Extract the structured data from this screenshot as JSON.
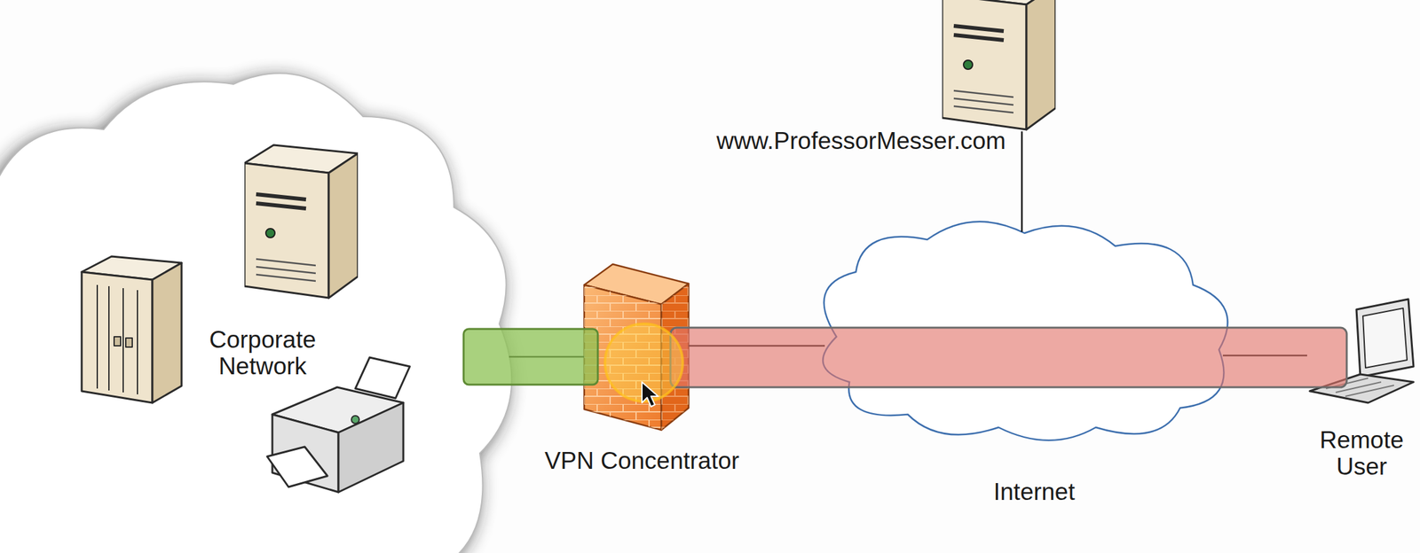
{
  "diagram": {
    "nodes": [
      {
        "text": [
          "Corporate Network"
        ]
      },
      {
        "text": [
          "VPN Concentrator"
        ]
      },
      {
        "text": [
          "www.ProfessorMesser.com"
        ]
      },
      {
        "text": [
          "Internet"
        ]
      },
      {
        "text": [
          "Remote User"
        ]
      }
    ],
    "edges": [
      {
        "from": 0,
        "to": 1,
        "arrow": "none"
      },
      {
        "from": 1,
        "to": 3,
        "arrow": "none"
      },
      {
        "from": 2,
        "to": 3,
        "arrow": "none"
      },
      {
        "from": 3,
        "to": 4,
        "arrow": "none"
      }
    ]
  }
}
